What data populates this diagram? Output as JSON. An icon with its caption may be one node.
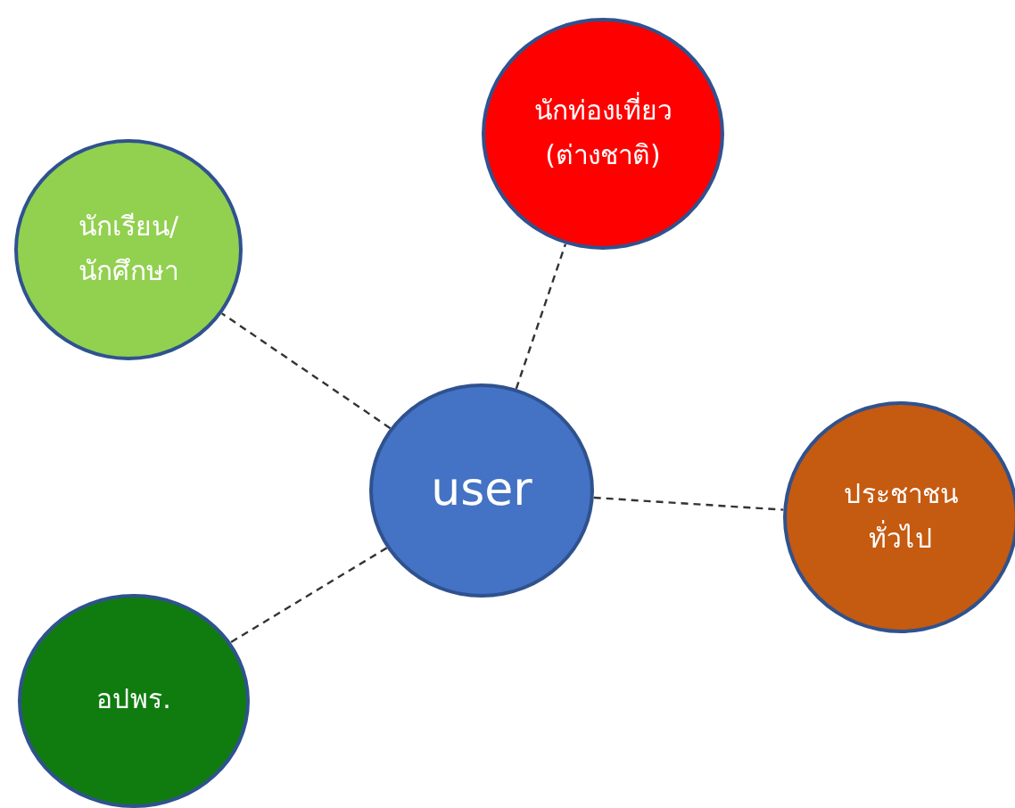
{
  "diagram": {
    "nodes": [
      {
        "text": [
          "นักท่องเที่ยว (ต่างชาติ)"
        ]
      },
      {
        "text": [
          "นักเรียน/ นักศึกษา"
        ]
      },
      {
        "text": [
          "user"
        ]
      },
      {
        "text": [
          "ประชาชน ทั่วไป"
        ]
      },
      {
        "text": [
          "อปพร."
        ]
      }
    ],
    "edges": [
      {
        "from": 2,
        "to": 0,
        "arrow": "none",
        "style": "dashed"
      },
      {
        "from": 2,
        "to": 1,
        "arrow": "none",
        "style": "dashed"
      },
      {
        "from": 2,
        "to": 3,
        "arrow": "none",
        "style": "dashed"
      },
      {
        "from": 2,
        "to": 4,
        "arrow": "none",
        "style": "dashed"
      }
    ]
  }
}
